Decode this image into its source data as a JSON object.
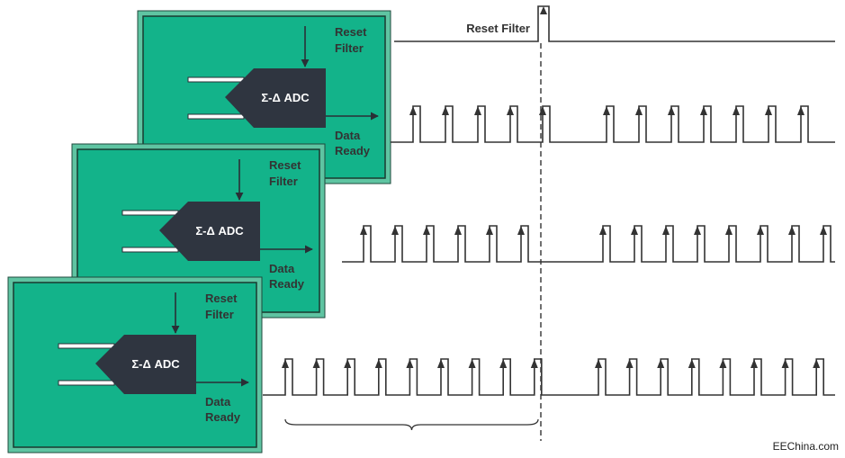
{
  "colors": {
    "panel_fill": "#13B38A",
    "panel_border": "#5FC4A2",
    "panel_inner_stroke": "#1a3a30",
    "adc_fill": "#2F3540",
    "wire": "#2a2f36",
    "waveform": "#333333",
    "background": "#ffffff"
  },
  "panels": [
    {
      "id": "adc-1",
      "adc_label": "Σ-Δ ADC",
      "reset_label_line1": "Reset",
      "reset_label_line2": "Filter",
      "ready_label_line1": "Data",
      "ready_label_line2": "Ready"
    },
    {
      "id": "adc-2",
      "adc_label": "Σ-Δ ADC",
      "reset_label_line1": "Reset",
      "reset_label_line2": "Filter",
      "ready_label_line1": "Data",
      "ready_label_line2": "Ready"
    },
    {
      "id": "adc-3",
      "adc_label": "Σ-Δ ADC",
      "reset_label_line1": "Reset",
      "reset_label_line2": "Filter",
      "ready_label_line1": "Data",
      "ready_label_line2": "Ready"
    }
  ],
  "reset_signal_label": "Reset Filter",
  "waveforms": [
    {
      "name": "data-ready-1",
      "pulses_before": 5,
      "pulses_after": 7
    },
    {
      "name": "data-ready-2",
      "pulses_before": 6,
      "pulses_after": 8
    },
    {
      "name": "data-ready-3",
      "pulses_before": 9,
      "pulses_after": 8
    }
  ],
  "watermark": "EEChina.com"
}
